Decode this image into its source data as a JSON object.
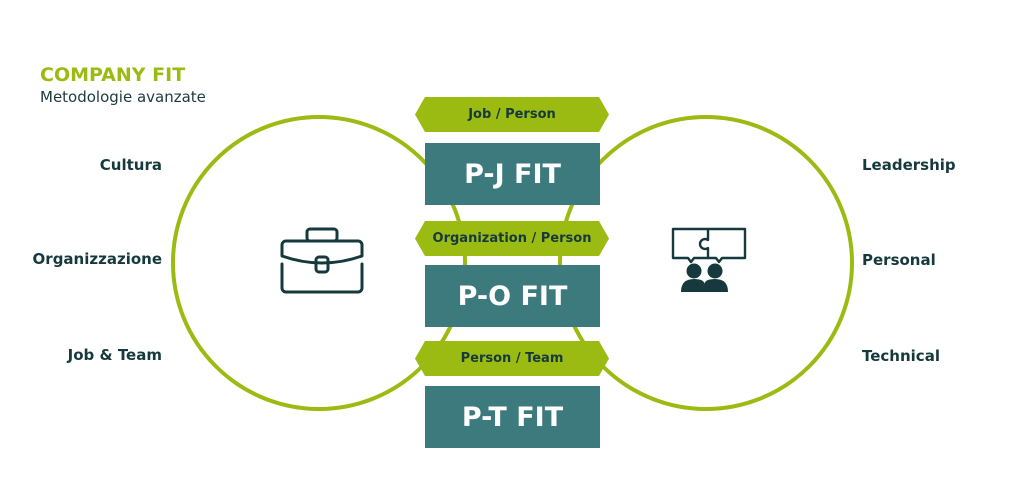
{
  "header": {
    "title": "COMPANY FIT",
    "subtitle": "Metodologie avanzate"
  },
  "left_circle": {
    "icon": "briefcase-icon",
    "labels": [
      "Cultura",
      "Organizzazione",
      "Job & Team"
    ]
  },
  "right_circle": {
    "icon": "team-puzzle-icon",
    "labels": [
      "Leadership",
      "Personal",
      "Technical"
    ]
  },
  "fits": [
    {
      "tag": "Job / Person",
      "name": "P-J FIT"
    },
    {
      "tag": "Organization / Person",
      "name": "P-O FIT"
    },
    {
      "tag": "Person / Team",
      "name": "P-T FIT"
    }
  ],
  "colors": {
    "accent_green": "#9bbb12",
    "teal_box": "#3c7a7e",
    "dark_text": "#16393d"
  }
}
